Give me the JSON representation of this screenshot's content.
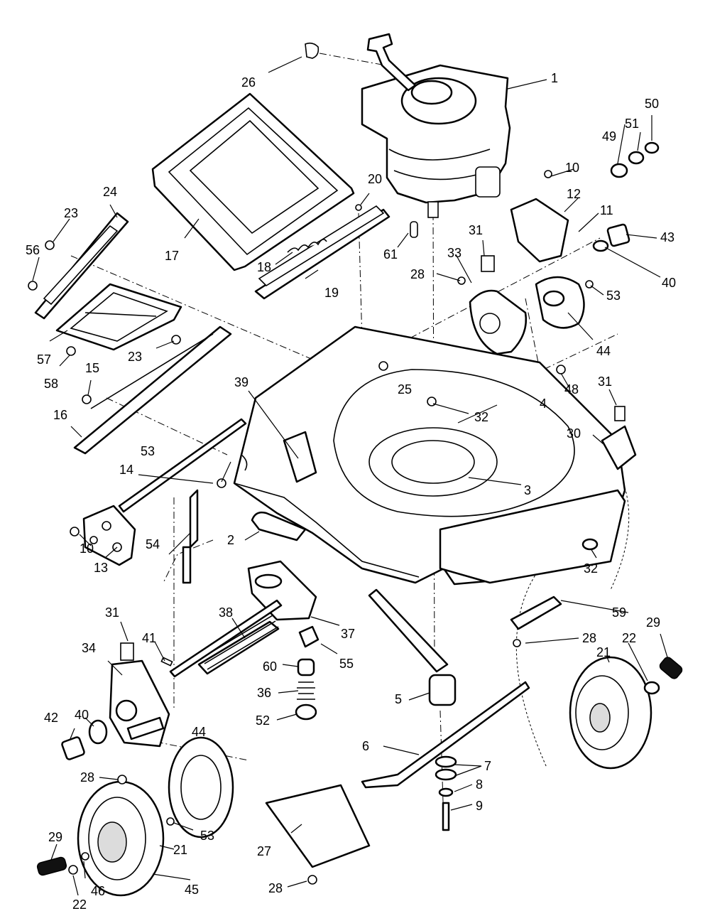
{
  "parts": [
    {
      "id": "p1",
      "label": "1"
    },
    {
      "id": "p2",
      "label": "2"
    },
    {
      "id": "p3",
      "label": "3"
    },
    {
      "id": "p4",
      "label": "4"
    },
    {
      "id": "p5",
      "label": "5"
    },
    {
      "id": "p6",
      "label": "6"
    },
    {
      "id": "p7",
      "label": "7"
    },
    {
      "id": "p8",
      "label": "8"
    },
    {
      "id": "p9",
      "label": "9"
    },
    {
      "id": "p10a",
      "label": "10"
    },
    {
      "id": "p10b",
      "label": "10"
    },
    {
      "id": "p11",
      "label": "11"
    },
    {
      "id": "p12",
      "label": "12"
    },
    {
      "id": "p13",
      "label": "13"
    },
    {
      "id": "p14",
      "label": "14"
    },
    {
      "id": "p15",
      "label": "15"
    },
    {
      "id": "p16",
      "label": "16"
    },
    {
      "id": "p17",
      "label": "17"
    },
    {
      "id": "p18",
      "label": "18"
    },
    {
      "id": "p19",
      "label": "19"
    },
    {
      "id": "p20",
      "label": "20"
    },
    {
      "id": "p21a",
      "label": "21"
    },
    {
      "id": "p21b",
      "label": "21"
    },
    {
      "id": "p22a",
      "label": "22"
    },
    {
      "id": "p22b",
      "label": "22"
    },
    {
      "id": "p23a",
      "label": "23"
    },
    {
      "id": "p23b",
      "label": "23"
    },
    {
      "id": "p24",
      "label": "24"
    },
    {
      "id": "p25",
      "label": "25"
    },
    {
      "id": "p26",
      "label": "26"
    },
    {
      "id": "p27",
      "label": "27"
    },
    {
      "id": "p28a",
      "label": "28"
    },
    {
      "id": "p28b",
      "label": "28"
    },
    {
      "id": "p28c",
      "label": "28"
    },
    {
      "id": "p28d",
      "label": "28"
    },
    {
      "id": "p29a",
      "label": "29"
    },
    {
      "id": "p29b",
      "label": "29"
    },
    {
      "id": "p30",
      "label": "30"
    },
    {
      "id": "p31a",
      "label": "31"
    },
    {
      "id": "p31b",
      "label": "31"
    },
    {
      "id": "p31c",
      "label": "31"
    },
    {
      "id": "p32a",
      "label": "32"
    },
    {
      "id": "p32b",
      "label": "32"
    },
    {
      "id": "p33",
      "label": "33"
    },
    {
      "id": "p34",
      "label": "34"
    },
    {
      "id": "p36",
      "label": "36"
    },
    {
      "id": "p37",
      "label": "37"
    },
    {
      "id": "p38",
      "label": "38"
    },
    {
      "id": "p39",
      "label": "39"
    },
    {
      "id": "p40a",
      "label": "40"
    },
    {
      "id": "p40b",
      "label": "40"
    },
    {
      "id": "p41",
      "label": "41"
    },
    {
      "id": "p42",
      "label": "42"
    },
    {
      "id": "p43",
      "label": "43"
    },
    {
      "id": "p44a",
      "label": "44"
    },
    {
      "id": "p44b",
      "label": "44"
    },
    {
      "id": "p45",
      "label": "45"
    },
    {
      "id": "p46",
      "label": "46"
    },
    {
      "id": "p48",
      "label": "48"
    },
    {
      "id": "p49",
      "label": "49"
    },
    {
      "id": "p50",
      "label": "50"
    },
    {
      "id": "p51",
      "label": "51"
    },
    {
      "id": "p52",
      "label": "52"
    },
    {
      "id": "p53a",
      "label": "53"
    },
    {
      "id": "p53b",
      "label": "53"
    },
    {
      "id": "p53c",
      "label": "53"
    },
    {
      "id": "p54",
      "label": "54"
    },
    {
      "id": "p55",
      "label": "55"
    },
    {
      "id": "p56",
      "label": "56"
    },
    {
      "id": "p57",
      "label": "57"
    },
    {
      "id": "p58",
      "label": "58"
    },
    {
      "id": "p59",
      "label": "59"
    },
    {
      "id": "p60",
      "label": "60"
    },
    {
      "id": "p61",
      "label": "61"
    }
  ]
}
